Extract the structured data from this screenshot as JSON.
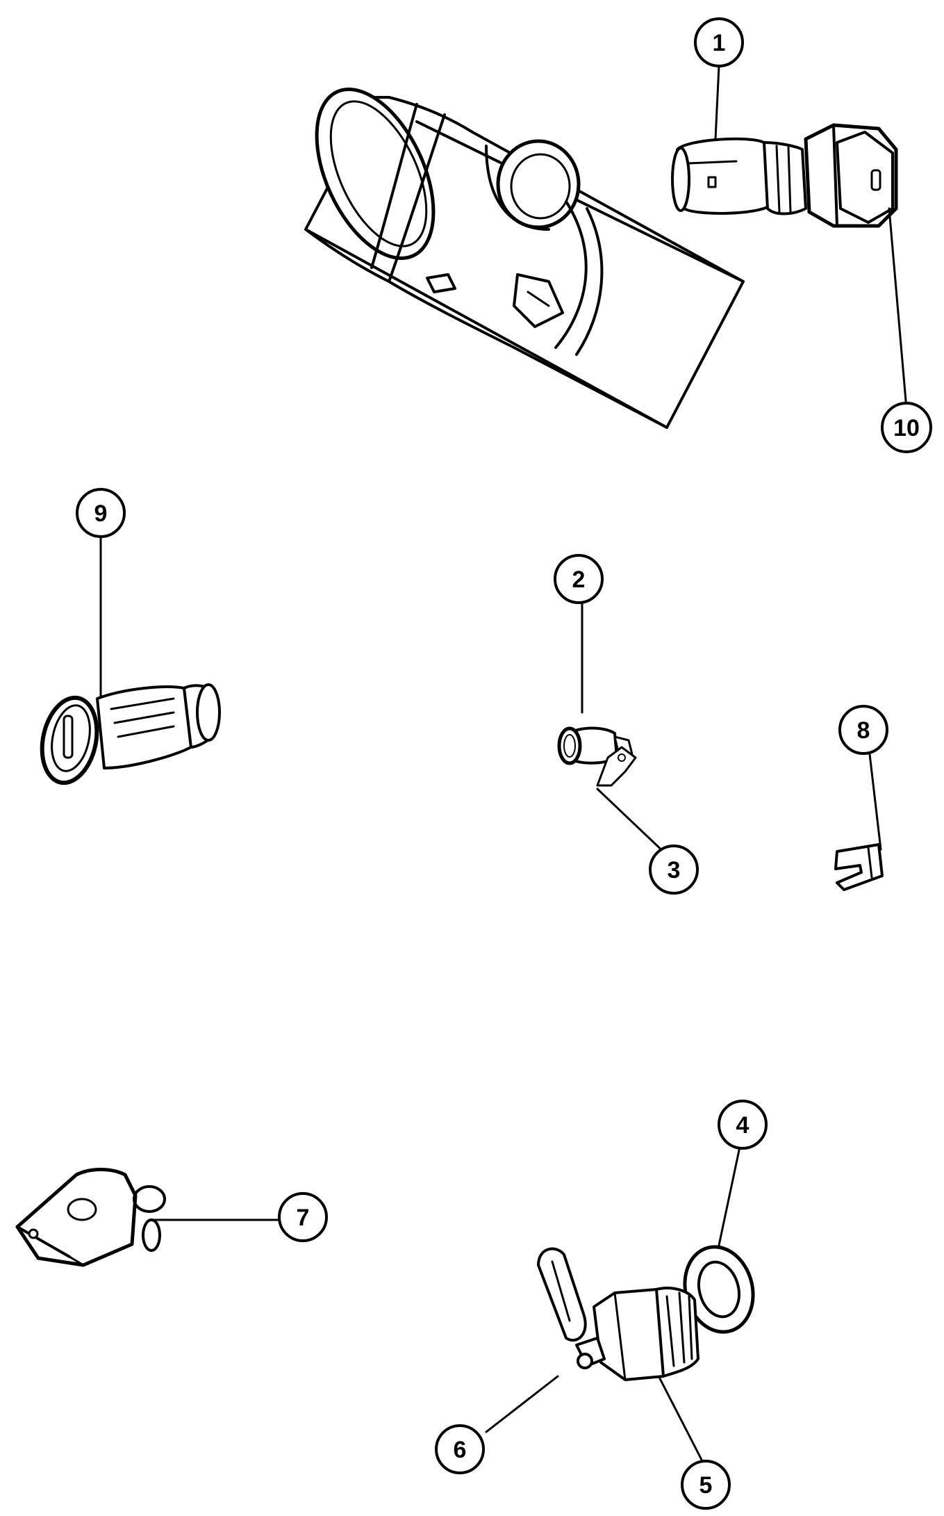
{
  "callouts": [
    {
      "id": "c1",
      "label": "1"
    },
    {
      "id": "c2",
      "label": "2"
    },
    {
      "id": "c3",
      "label": "3"
    },
    {
      "id": "c4",
      "label": "4"
    },
    {
      "id": "c5",
      "label": "5"
    },
    {
      "id": "c6",
      "label": "6"
    },
    {
      "id": "c7",
      "label": "7"
    },
    {
      "id": "c8",
      "label": "8"
    },
    {
      "id": "c9",
      "label": "9"
    },
    {
      "id": "c10",
      "label": "10"
    }
  ],
  "colors": {
    "ink": "#000000",
    "background": "#ffffff"
  }
}
